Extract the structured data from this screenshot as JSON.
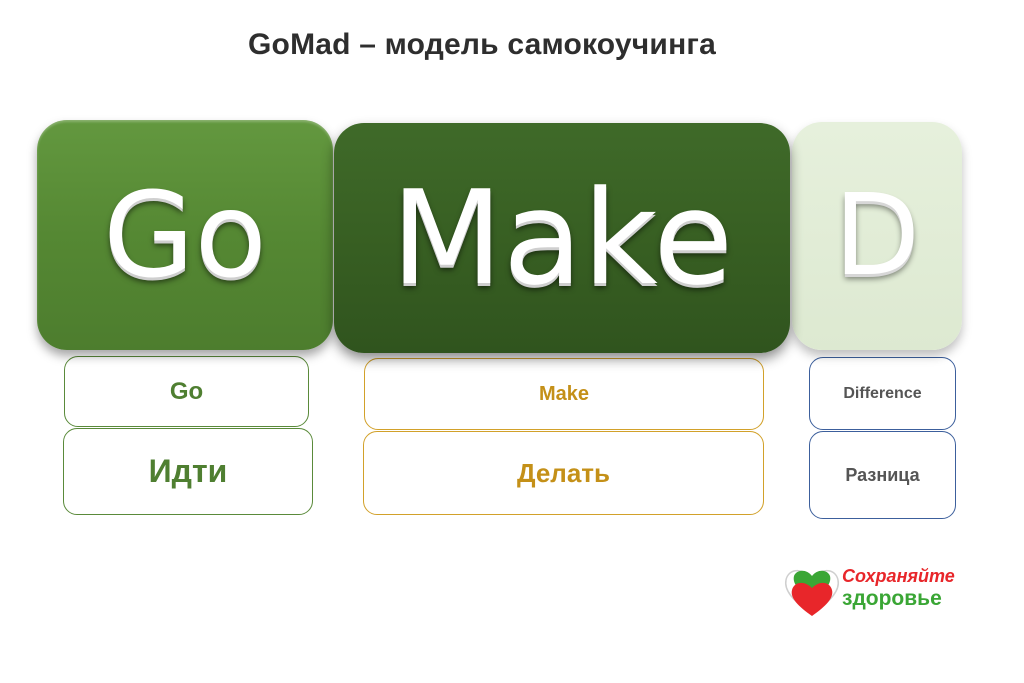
{
  "title": "GoMad – модель самокоучинга",
  "blocks": {
    "go": "Go",
    "make": "Make",
    "d": "D"
  },
  "labels": {
    "go_en": "Go",
    "go_ru": "Идти",
    "make_en": "Make",
    "make_ru": "Делать",
    "d_en": "Difference",
    "d_ru": "Разница"
  },
  "logo": {
    "line1": "Сохраняйте",
    "line2": "здоровье",
    "icon": "heart-icon"
  },
  "colors": {
    "go_block": "#558833",
    "make_block": "#375e22",
    "d_block": "#dde9d1",
    "go_text": "#4f7f31",
    "make_text": "#c49018",
    "d_border": "#3c5f9c",
    "logo_red": "#e8262a",
    "logo_green": "#3aa635"
  }
}
